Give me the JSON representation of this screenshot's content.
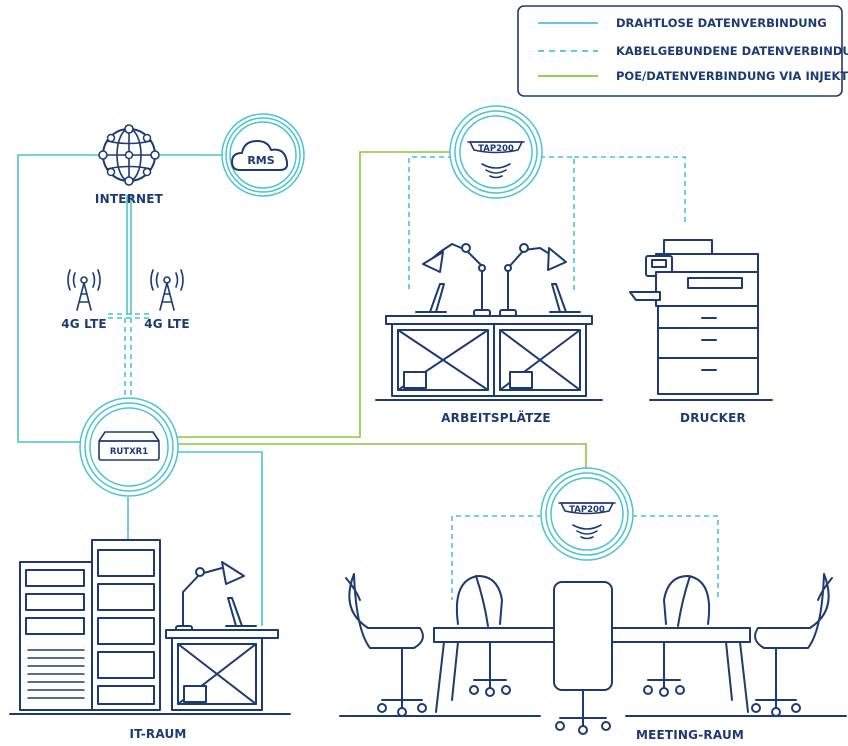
{
  "colors": {
    "wireless": "#4cc3d2",
    "wired": "#4cc3d2",
    "poe": "#8cc63f",
    "outline": "#1e3a73"
  },
  "legend": {
    "wireless_label": "DRAHTLOSE DATENVERBINDUNG",
    "wired_label": "KABELGEBUNDENE DATENVERBINDUNG",
    "poe_label": "POE/DATENVERBINDUNG VIA INJEKTOR"
  },
  "nodes": {
    "internet_label": "INTERNET",
    "rms_label": "RMS",
    "lte_left_label": "4G LTE",
    "lte_right_label": "4G LTE",
    "router_label": "RUTXR1",
    "ap_top_label": "TAP200",
    "ap_bottom_label": "TAP200",
    "workstations_label": "ARBEITSPLÄTZE",
    "printer_label": "DRUCKER",
    "it_room_label": "IT-RAUM",
    "meeting_room_label": "MEETING-RAUM"
  },
  "icons": [
    "globe-icon",
    "cloud-icon",
    "cell-tower-icon",
    "router-icon",
    "access-point-icon",
    "desk-icon",
    "lamp-icon",
    "laptop-icon",
    "printer-icon",
    "server-rack-icon",
    "chair-icon",
    "table-icon"
  ]
}
